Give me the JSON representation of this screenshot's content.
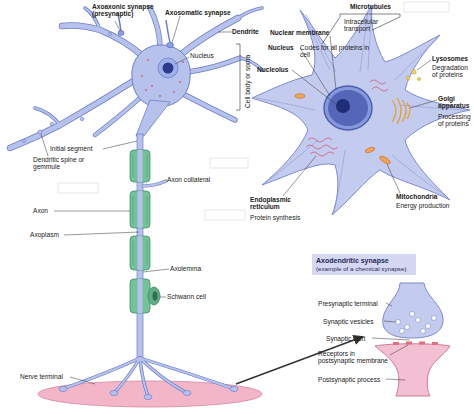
{
  "diagram": {
    "nodes": [
      {
        "text": [
          "Axodendritic synapse",
          "(example of a chemical synapse)"
        ]
      }
    ],
    "labels": [
      "Axoaxonic synapse (presynaptic)",
      "Axosomatic synapse",
      "Dendrite",
      "Nucleus",
      "Cell body or soma",
      "Initial segment",
      "Dendritic spine or gemmule",
      "Axon collateral",
      "Axon",
      "Axoplasm",
      "Axolemma",
      "Schwann cell",
      "Nerve terminal",
      "Microtubules",
      "Intracellular transport",
      "Nuclear membrane",
      "Nucleus",
      "Codes for all proteins in cell",
      "Nucleolus",
      "Lysosomes",
      "Degradation of proteins",
      "Golgi apparatus",
      "Processing of proteins",
      "Endoplasmic reticulum",
      "Protein synthesis",
      "Mitochondria",
      "Energy production",
      "Presynaptic terminal",
      "Synaptic vesicles",
      "Synaptic cleft",
      "Receptors in postsynaptic membrane",
      "Postsynaptic process"
    ]
  }
}
